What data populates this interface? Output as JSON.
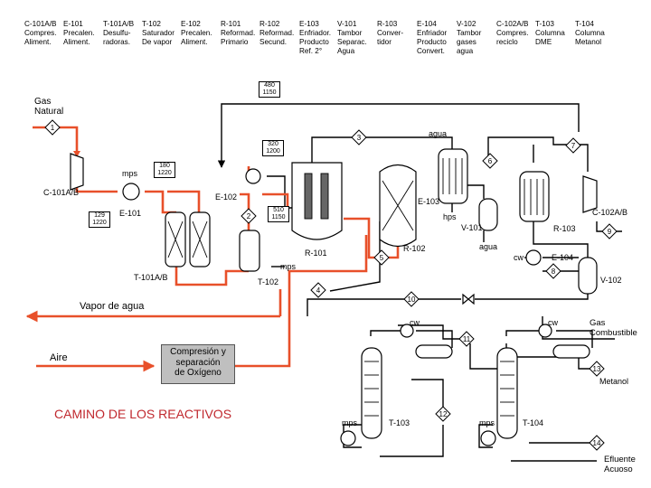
{
  "header": [
    {
      "code": "C-101A/B",
      "desc": "Compres.\nAliment."
    },
    {
      "code": "E-101",
      "desc": "Precalen.\nAliment."
    },
    {
      "code": "T-101A/B",
      "desc": "Desulfu-\nradoras."
    },
    {
      "code": "T-102",
      "desc": "Saturador\nDe vapor"
    },
    {
      "code": "E-102",
      "desc": "Precalen.\nAliment."
    },
    {
      "code": "R-101",
      "desc": "Reformad.\nPrimario"
    },
    {
      "code": "R-102",
      "desc": "Reformad.\nSecund."
    },
    {
      "code": "E-103",
      "desc": "Enfriador.\nProducto\nRef. 2°"
    },
    {
      "code": "V-101",
      "desc": "Tambor\nSeparac.\nAgua"
    },
    {
      "code": "R-103",
      "desc": "Conver-\ntidor"
    },
    {
      "code": "E-104",
      "desc": "Enfriador\nProducto\nConvert."
    },
    {
      "code": "V-102",
      "desc": "Tambor\ngases\nagua"
    },
    {
      "code": "C-102A/B",
      "desc": "Compres.\nreciclo"
    },
    {
      "code": "T-103",
      "desc": "Columna\nDME"
    },
    {
      "code": "T-104",
      "desc": "Columna\nMetanol"
    }
  ],
  "streams": [
    "1",
    "2",
    "3",
    "4",
    "5",
    "6",
    "7",
    "8",
    "9",
    "10",
    "11",
    "12",
    "13",
    "14"
  ],
  "tags": {
    "t480": "480\n1150",
    "t320": "320\n1200",
    "t180": "180\n1220",
    "t129": "129\n1220",
    "t510": "510\n1150"
  },
  "labels": {
    "gas_natural": "Gas\nNatural",
    "agua_top": "agua",
    "c101": "C-101A/B",
    "mps1": "mps",
    "e101": "E-101",
    "e102": "E-102",
    "t101": "T-101A/B",
    "t102": "T-102",
    "mps2": "mps",
    "r101": "R-101",
    "r102": "R-102",
    "e103": "E-103",
    "hps": "hps",
    "v101": "V-101",
    "agua_v101": "agua",
    "r103": "R-103",
    "c102": "C-102A/B",
    "cw1": "cw",
    "e104": "E-104",
    "v102": "V-102",
    "cw2": "cw",
    "cw3": "cw",
    "gas_combustible": "Gas\nCombustible",
    "metanol": "Metanol",
    "mps3": "mps",
    "t103": "T-103",
    "mps4": "mps",
    "t104": "T-104",
    "efluente": "Efluente\nAcuoso",
    "vapor_agua": "Vapor de agua",
    "aire": "Aire",
    "oxigeno_box": "Compresión y\nseparación\nde Oxígeno",
    "camino": "CAMINO DE LOS REACTIVOS"
  },
  "colors": {
    "reactant_path": "#e8502a",
    "line": "#000000",
    "box": "#bfbfbf"
  }
}
